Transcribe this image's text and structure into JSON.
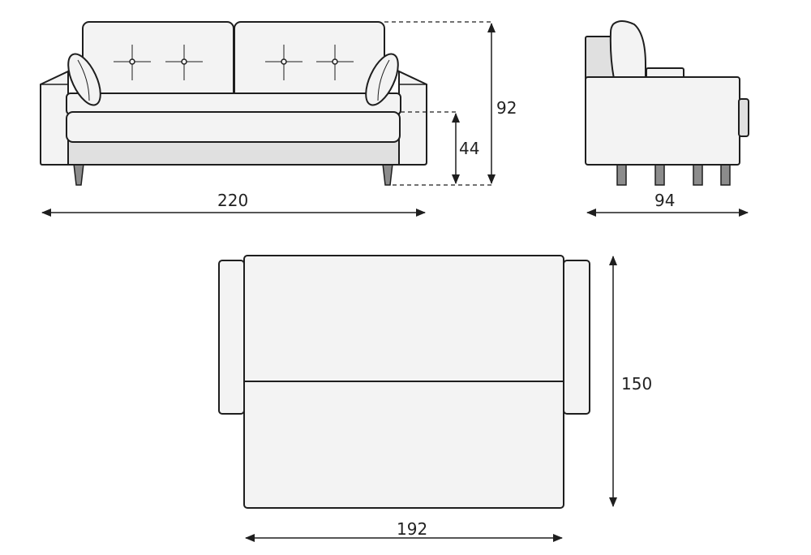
{
  "colors": {
    "outline": "#1e1e1e",
    "fill": "#f3f3f3",
    "base": "#e0e0e0",
    "legs": "#8c8c8c",
    "background": "#ffffff"
  },
  "dimensions": {
    "front_width": "220",
    "total_height": "92",
    "seat_height": "44",
    "side_depth": "94",
    "bed_width": "192",
    "bed_length": "150"
  }
}
